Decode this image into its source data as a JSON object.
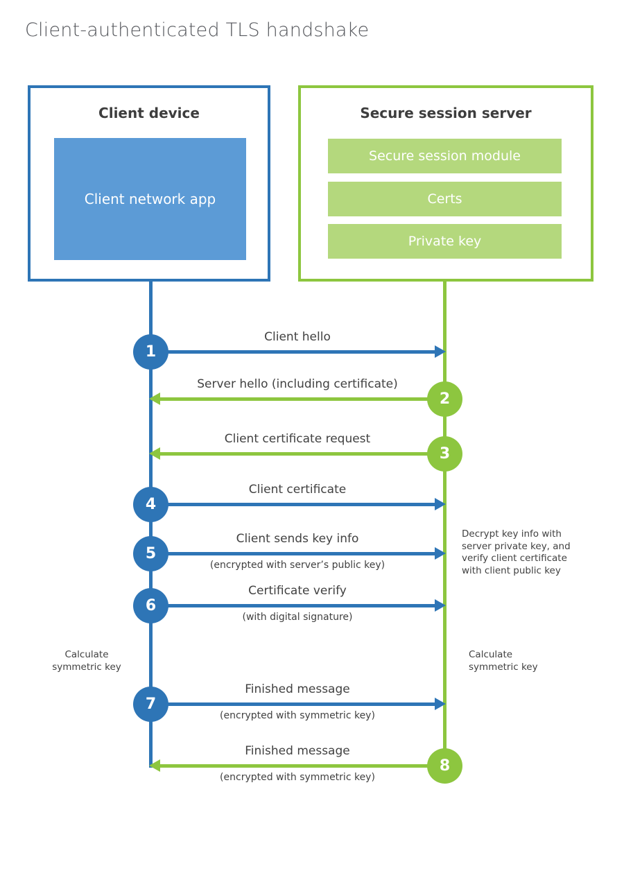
{
  "title": "Client-authenticated TLS handshake",
  "colors": {
    "client_accent": "#2e75b6",
    "client_fill": "#5c9bd6",
    "server_accent": "#8dc63f",
    "server_fill": "#b4d87d",
    "label_text": "#414141",
    "title_text": "#54565b"
  },
  "client": {
    "title": "Client device",
    "app_label": "Client network app"
  },
  "server": {
    "title": "Secure session server",
    "modules": [
      "Secure session module",
      "Certs",
      "Private key"
    ]
  },
  "messages": [
    {
      "num": "1",
      "label": "Client hello",
      "sublabel": "",
      "from": "client"
    },
    {
      "num": "2",
      "label": "Server hello (including certificate)",
      "sublabel": "",
      "from": "server"
    },
    {
      "num": "3",
      "label": "Client certificate request",
      "sublabel": "",
      "from": "server"
    },
    {
      "num": "4",
      "label": "Client certificate",
      "sublabel": "",
      "from": "client"
    },
    {
      "num": "5",
      "label": "Client sends key info",
      "sublabel": "(encrypted with server’s public key)",
      "from": "client"
    },
    {
      "num": "6",
      "label": "Certificate verify",
      "sublabel": "(with digital signature)",
      "from": "client"
    },
    {
      "num": "7",
      "label": "Finished message",
      "sublabel": "(encrypted with symmetric key)",
      "from": "client"
    },
    {
      "num": "8",
      "label": "Finished message",
      "sublabel": "(encrypted with symmetric key)",
      "from": "server"
    }
  ],
  "annotations": {
    "decrypt_note": "Decrypt key info with server private key, and verify client certificate with client public key",
    "calc_left": "Calculate symmetric key",
    "calc_right": "Calculate symmetric key"
  }
}
